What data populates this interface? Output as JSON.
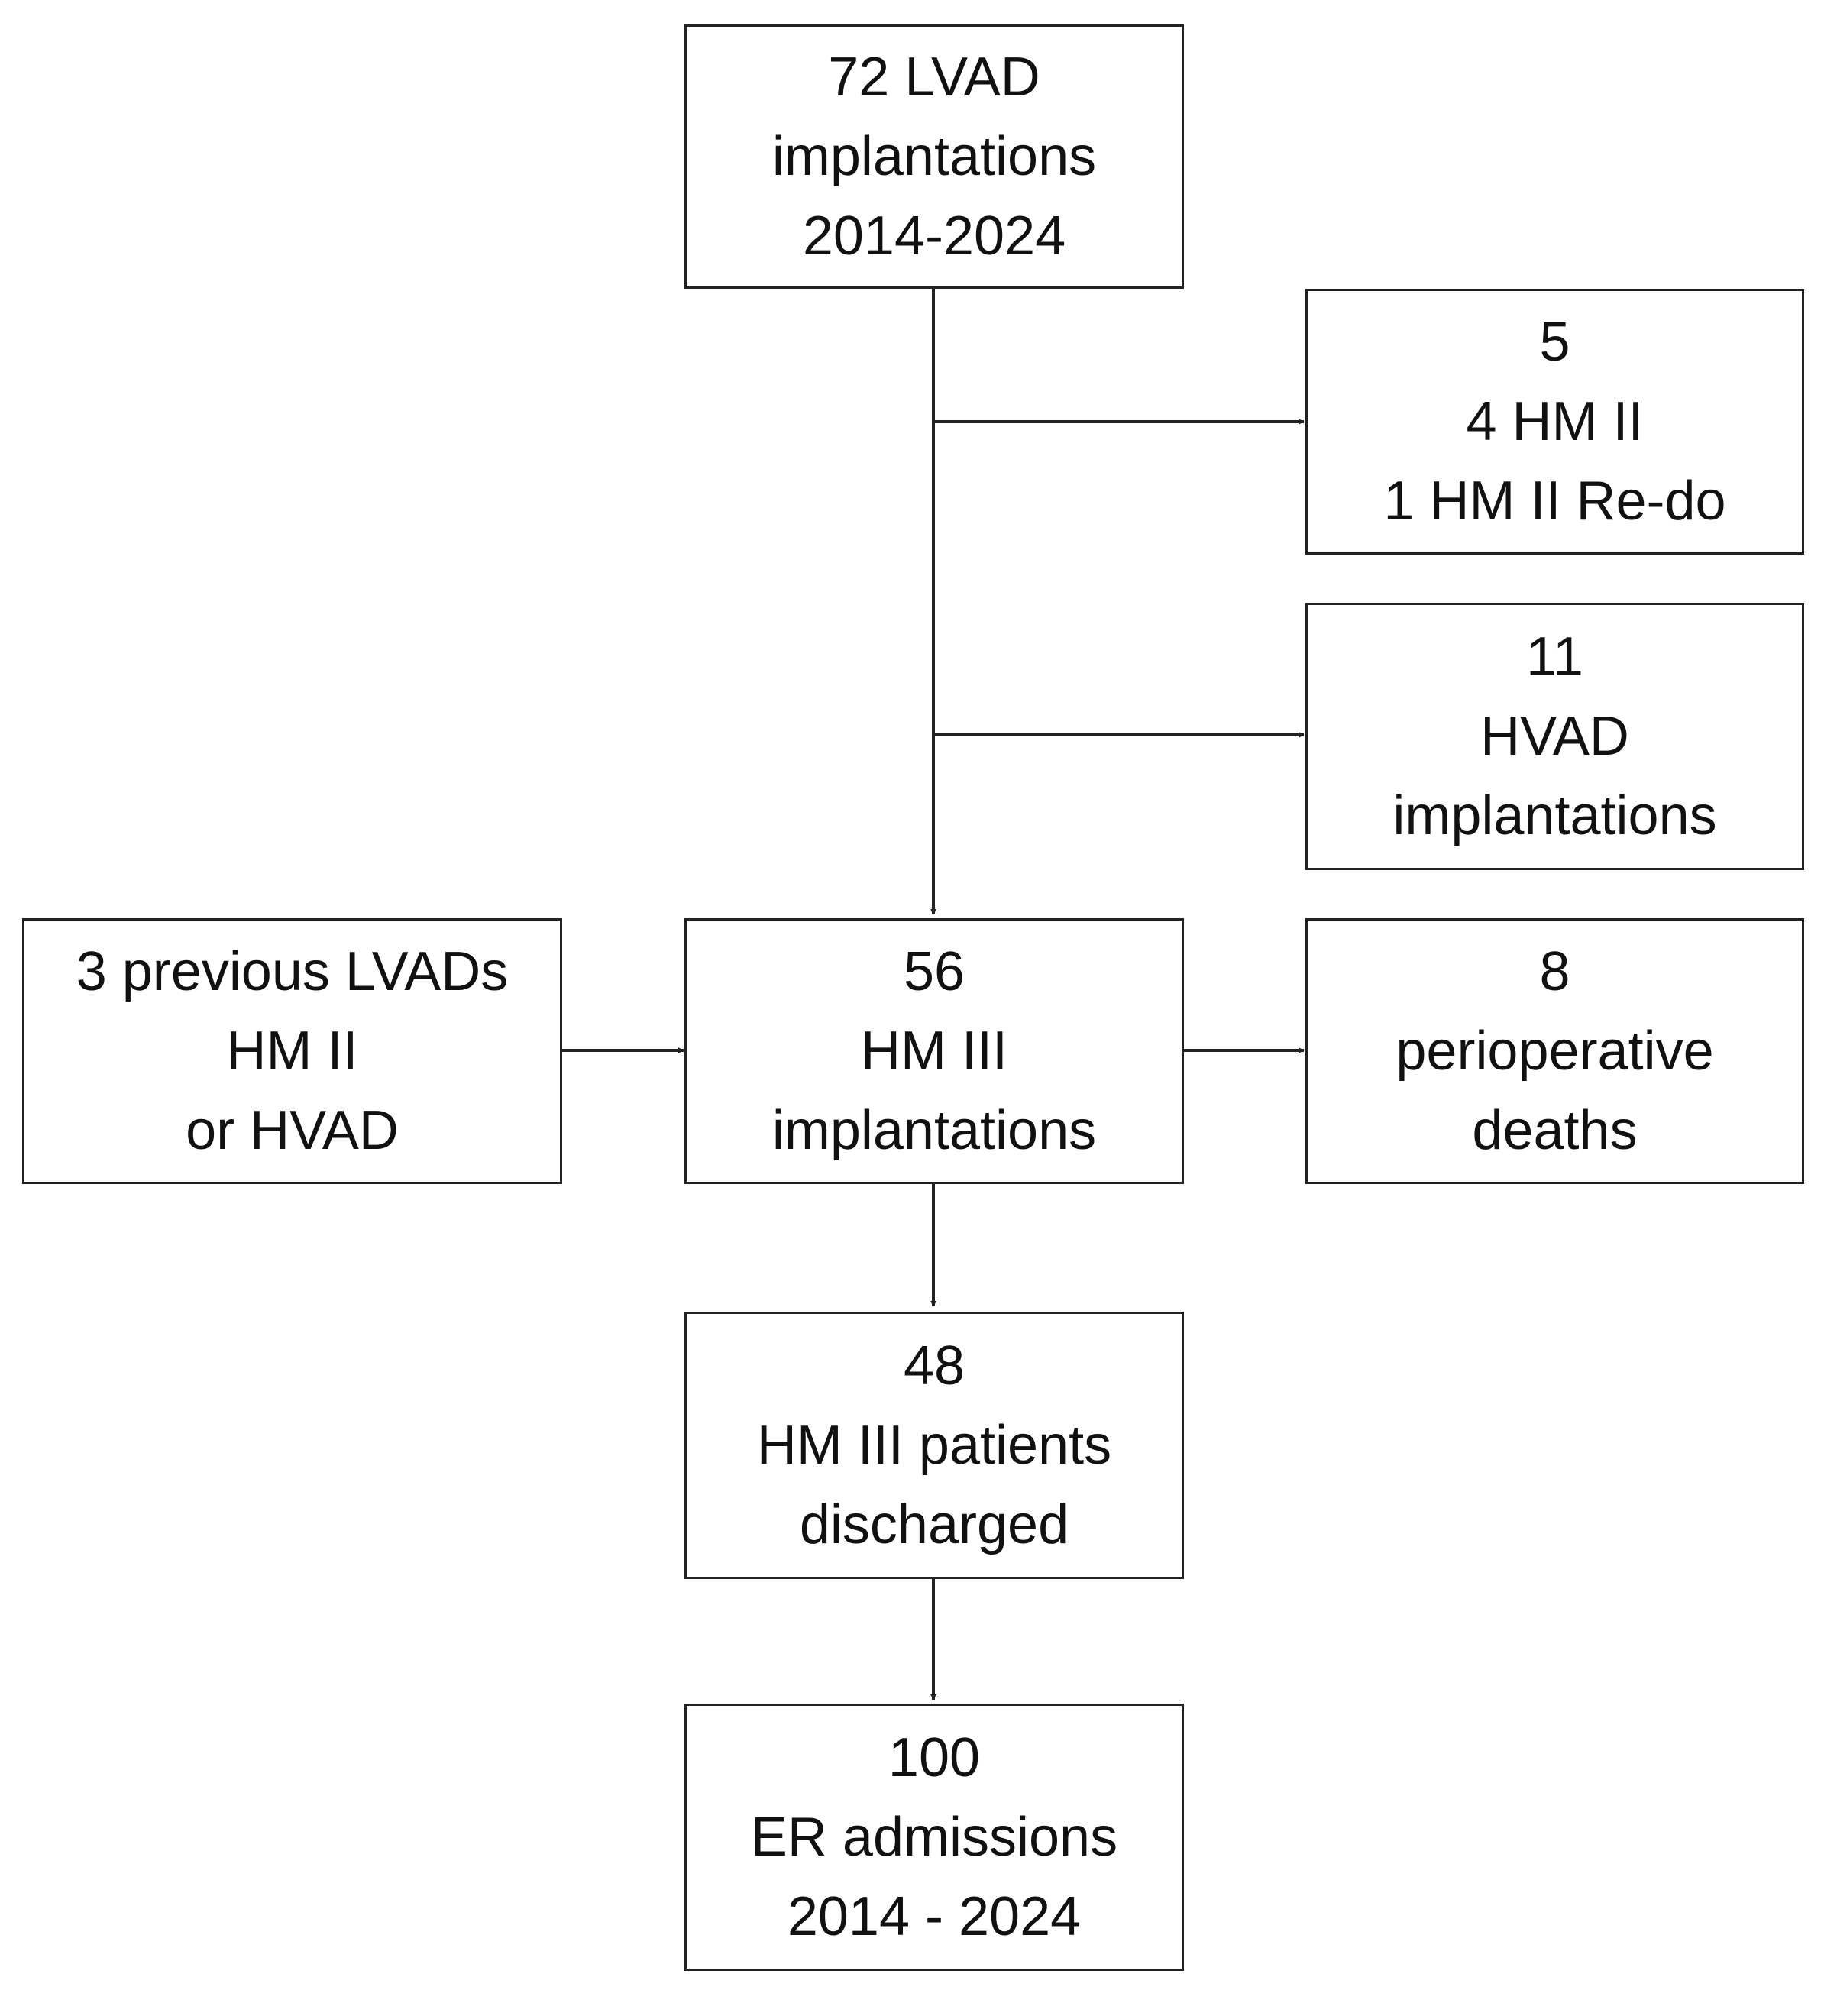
{
  "boxes": {
    "total_implantations": {
      "lines": [
        "72 LVAD",
        "implantations",
        "2014-2024"
      ]
    },
    "hm2_excluded": {
      "lines": [
        "5",
        "4 HM II",
        "1 HM II Re-do"
      ]
    },
    "hvad_excluded": {
      "lines": [
        "11",
        "HVAD",
        "implantations"
      ]
    },
    "previous_lvads": {
      "lines": [
        "3 previous LVADs",
        "HM II",
        "or HVAD"
      ]
    },
    "hm3_implantations": {
      "lines": [
        "56",
        "HM III",
        "implantations"
      ]
    },
    "perioperative_deaths": {
      "lines": [
        "8",
        "perioperative",
        "deaths"
      ]
    },
    "hm3_discharged": {
      "lines": [
        "48",
        "HM III patients",
        "discharged"
      ]
    },
    "er_admissions": {
      "lines": [
        "100",
        "ER admissions",
        "2014 - 2024"
      ]
    }
  },
  "colors": {
    "stroke": "#222222",
    "text": "#111111",
    "background": "#ffffff"
  }
}
